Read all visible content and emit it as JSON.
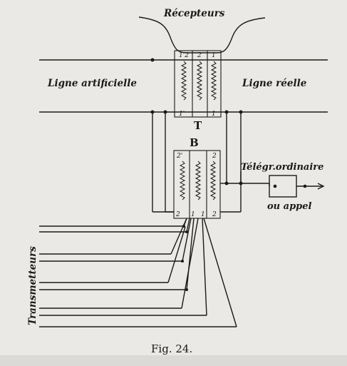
{
  "labels": {
    "receivers": "Récepteurs",
    "artificial_line": "Ligne artificielle",
    "real_line": "Ligne réelle",
    "transformer_t": "T",
    "transformer_b": "B",
    "telegraph": "Télégr.ordinaire",
    "call": "ou appel",
    "transmitters": "Transmetteurs",
    "caption": "Fig. 24."
  },
  "terminals": {
    "t_top": [
      "1'2",
      "2",
      "1"
    ],
    "t_bottom": [
      "1'",
      "1"
    ],
    "b_top": [
      "2'",
      "2"
    ],
    "b_bottom": [
      "2",
      "1",
      "1",
      "2"
    ]
  },
  "colors": {
    "ink": "#1a1a1a",
    "paper": "#ebe9e5"
  }
}
